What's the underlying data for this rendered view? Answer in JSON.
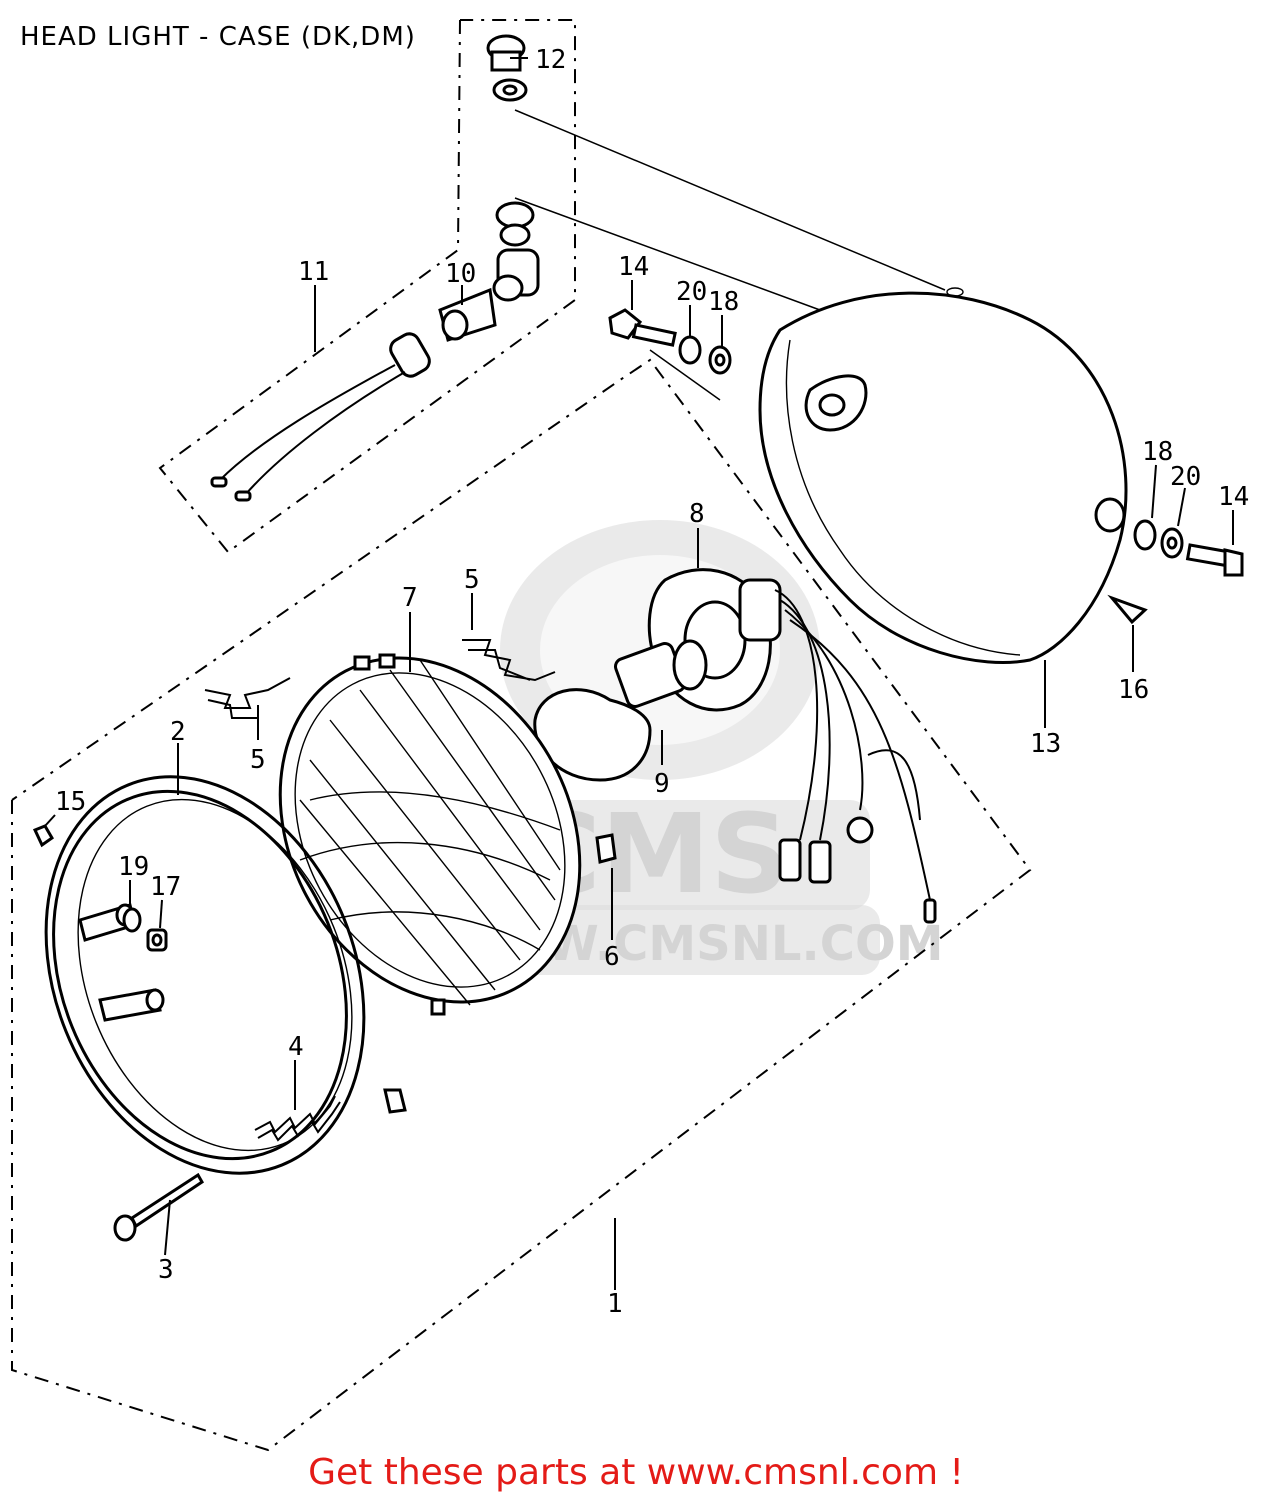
{
  "header": {
    "title": "HEAD LIGHT - CASE (DK,DM)"
  },
  "footer": {
    "text": "Get these parts at www.cmsnl.com !"
  },
  "watermark": {
    "brand": "CMS",
    "url": "WWW.CMSNL.COM"
  },
  "colors": {
    "footer_text": "#e41b17",
    "line": "#000000",
    "watermark": "#d4d4d4"
  },
  "callouts": {
    "c1": "1",
    "c2": "2",
    "c3": "3",
    "c4": "4",
    "c5a": "5",
    "c5b": "5",
    "c6": "6",
    "c7": "7",
    "c8": "8",
    "c9": "9",
    "c10": "10",
    "c11": "11",
    "c12": "12",
    "c13": "13",
    "c14a": "14",
    "c14b": "14",
    "c15": "15",
    "c16": "16",
    "c17": "17",
    "c18a": "18",
    "c18b": "18",
    "c19": "19",
    "c20a": "20",
    "c20b": "20"
  }
}
